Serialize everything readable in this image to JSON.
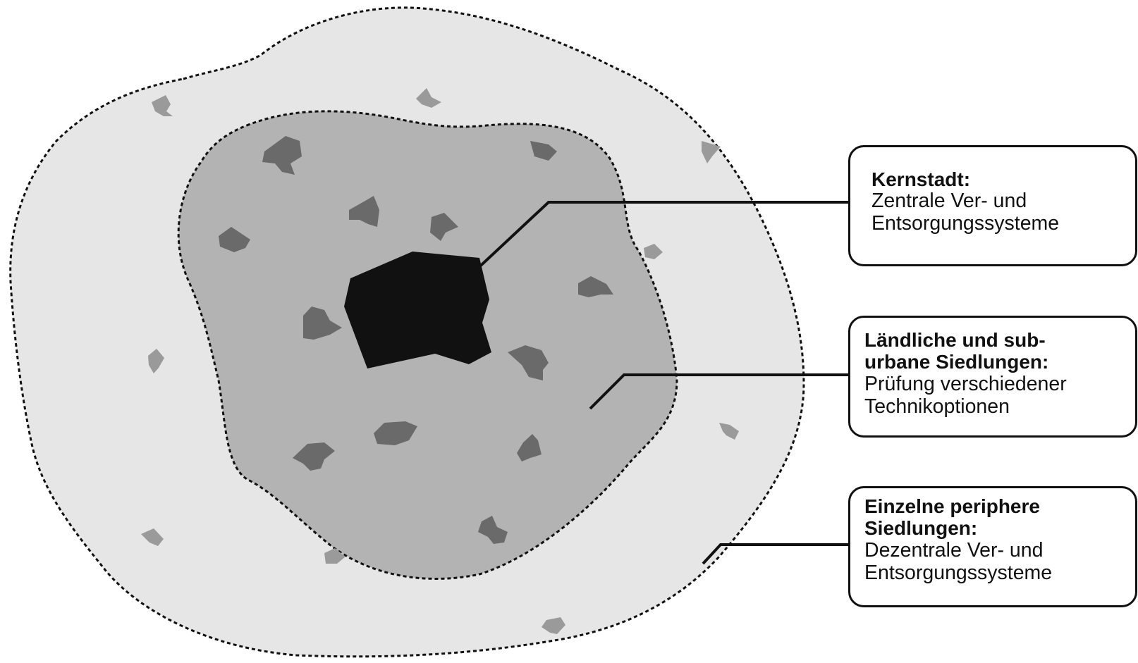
{
  "colors": {
    "outer_zone": "#e6e6e6",
    "middle_zone": "#b3b3b3",
    "core": "#111111",
    "inner_settlement": "#6a6a6a",
    "outer_settlement": "#9a9a9a",
    "outline": "#111111"
  },
  "labels": {
    "kernstadt": {
      "title": "Kernstadt:",
      "desc_line1": "Zentrale Ver- und",
      "desc_line2": "Entsorgungssysteme"
    },
    "suburban": {
      "title_line1": "Ländliche und sub-",
      "title_line2": "urbane Siedlungen:",
      "desc_line1": "Prüfung verschiedener",
      "desc_line2": "Technikoptionen"
    },
    "periphery": {
      "title_line1": "Einzelne periphere",
      "title_line2": "Siedlungen:",
      "desc_line1": "Dezentrale Ver- und",
      "desc_line2": "Entsorgungssysteme"
    }
  }
}
